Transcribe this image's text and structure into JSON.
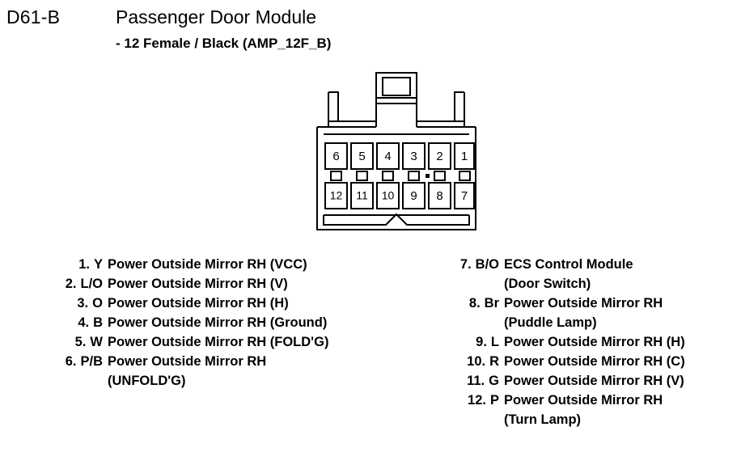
{
  "header": {
    "connector_id": "D61-B",
    "title": "Passenger Door Module",
    "subtitle": "- 12 Female / Black (AMP_12F_B)"
  },
  "connector": {
    "type": "female-12-pin-black",
    "part_code": "AMP_12F_B",
    "pin_count": 12,
    "rows": {
      "top": [
        "6",
        "5",
        "4",
        "3",
        "2",
        "1"
      ],
      "bottom": [
        "12",
        "11",
        "10",
        "9",
        "8",
        "7"
      ]
    }
  },
  "pins_left": [
    {
      "num": "1.",
      "color": "Y",
      "desc": "Power Outside Mirror RH (VCC)",
      "cont": ""
    },
    {
      "num": "2.",
      "color": "L/O",
      "desc": "Power Outside Mirror RH (V)",
      "cont": ""
    },
    {
      "num": "3.",
      "color": "O",
      "desc": "Power Outside Mirror RH (H)",
      "cont": ""
    },
    {
      "num": "4.",
      "color": "B",
      "desc": "Power Outside Mirror RH (Ground)",
      "cont": ""
    },
    {
      "num": "5.",
      "color": "W",
      "desc": "Power Outside Mirror RH (FOLD'G)",
      "cont": ""
    },
    {
      "num": "6.",
      "color": "P/B",
      "desc": "Power Outside Mirror RH",
      "cont": "(UNFOLD'G)"
    }
  ],
  "pins_right": [
    {
      "num": "7.",
      "color": "B/O",
      "desc": "ECS Control Module",
      "cont": "(Door Switch)"
    },
    {
      "num": "8.",
      "color": "Br",
      "desc": "Power Outside Mirror RH",
      "cont": "(Puddle Lamp)"
    },
    {
      "num": "9.",
      "color": "L",
      "desc": "Power Outside Mirror RH (H)",
      "cont": ""
    },
    {
      "num": "10.",
      "color": "R",
      "desc": "Power Outside Mirror RH (C)",
      "cont": ""
    },
    {
      "num": "11.",
      "color": "G",
      "desc": "Power Outside Mirror RH (V)",
      "cont": ""
    },
    {
      "num": "12.",
      "color": "P",
      "desc": "Power Outside Mirror RH",
      "cont": "(Turn Lamp)"
    }
  ],
  "colors": {
    "ink": "#000000",
    "background": "#ffffff"
  }
}
